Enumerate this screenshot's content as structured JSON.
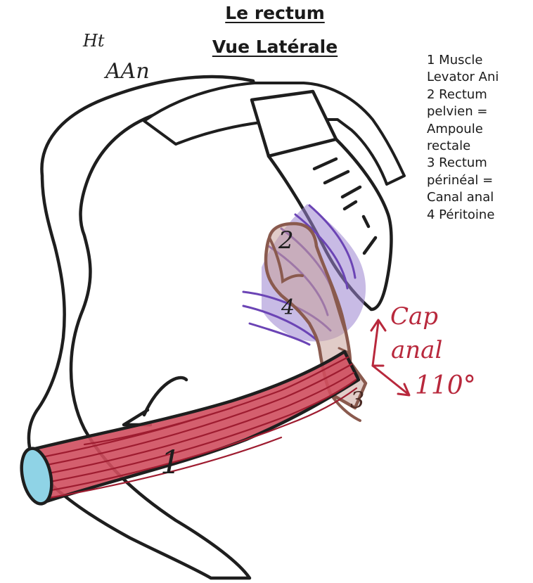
{
  "title": {
    "line1": "Le rectum",
    "line2": "Vue Latérale"
  },
  "orientation": {
    "up": "Ht",
    "anterior": "AAn"
  },
  "legend": [
    "1 Muscle",
    "Levator Ani",
    "2 Rectum",
    "pelvien =",
    "Ampoule",
    "rectale",
    "3 Rectum",
    "périnéal =",
    "Canal anal",
    "4 Péritoine"
  ],
  "annotation": {
    "cap": "Cap",
    "anal": "anal",
    "angle": "110°"
  },
  "labels": {
    "levator_ani": "1",
    "rectum_pelvien": "2",
    "rectum_perineal": "3",
    "peritoine": "4"
  },
  "colors": {
    "outline": "#1e1e1e",
    "levator_ani": "#c93a4d",
    "levator_ani_lines": "#9e1c30",
    "tendon_end": "#8fd3e6",
    "peritoine": "#7b55b8",
    "rectum": "#8a5a4e",
    "rectum_fill": "#c9a39a",
    "annotation": "#b8283c"
  }
}
